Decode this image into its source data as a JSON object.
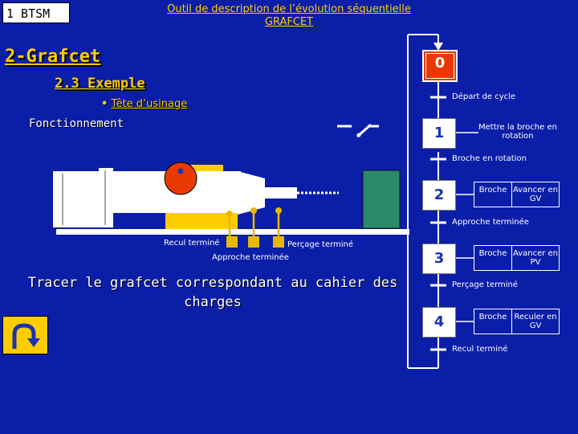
{
  "header": {
    "badge": "1 BTSM",
    "line1": "Outil de description de l’évolution séquentielle",
    "line2": "GRAFCET"
  },
  "slide": {
    "title": "2-Grafcet",
    "subtitle": "2.3 Exemple",
    "bullet_mark": "•",
    "bullet": "Tête d’usinage",
    "fonctionnement": "Fonctionnement",
    "instruction": "Tracer le grafcet correspondant au cahier des charges"
  },
  "machine": {
    "label_recul": "Recul terminé",
    "label_percage": "Perçage terminé",
    "label_approche": "Approche terminée"
  },
  "grafcet": {
    "steps": [
      {
        "num": "0",
        "initial": true
      },
      {
        "num": "1",
        "actions": [
          "Mettre la broche en rotation"
        ]
      },
      {
        "num": "2",
        "actions": [
          "Broche",
          "Avancer en GV"
        ]
      },
      {
        "num": "3",
        "actions": [
          "Broche",
          "Avancer en PV"
        ]
      },
      {
        "num": "4",
        "actions": [
          "Broche",
          "Reculer en GV"
        ]
      }
    ],
    "transitions": [
      "Départ de cycle",
      "Broche en rotation",
      "Approche terminée",
      "Perçage terminé",
      "Recul terminé"
    ]
  },
  "colors": {
    "background": "#0b1ea8",
    "accent": "#ffcc00",
    "initial_step": "#e83a00",
    "green_part": "#2a8a6a"
  }
}
